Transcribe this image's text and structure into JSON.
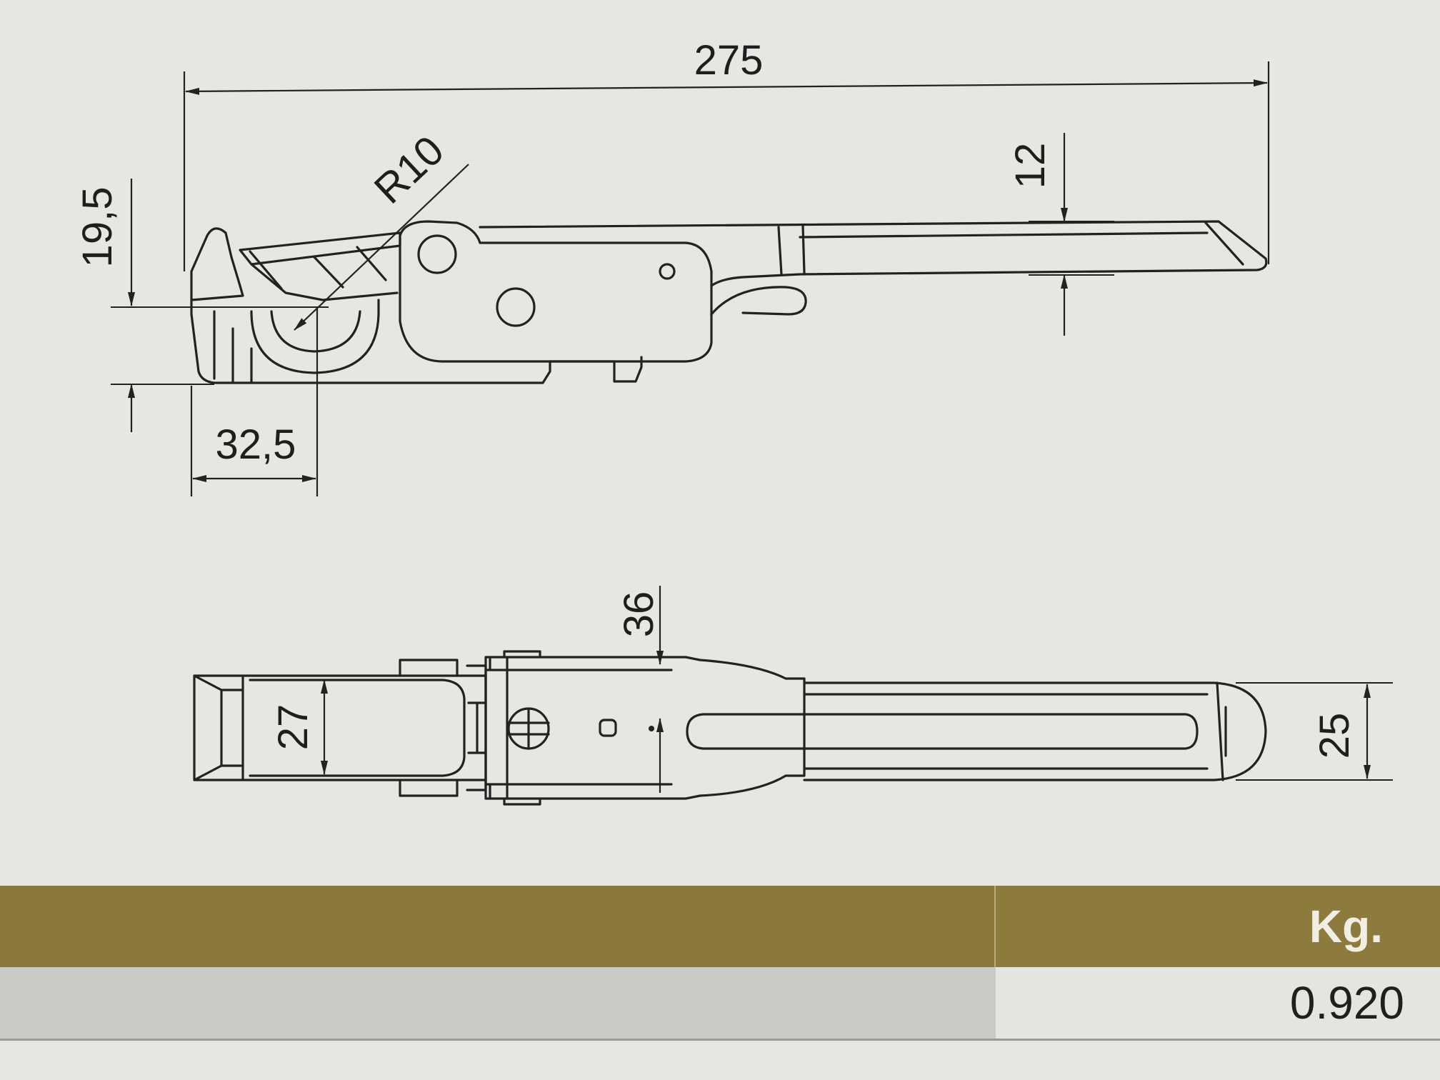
{
  "dimensions": {
    "overall_length": "275",
    "handle_thickness": "12",
    "hook_radius": "R10",
    "hook_height": "19,5",
    "hook_offset": "32,5",
    "body_width": "36",
    "hook_width": "27",
    "handle_width": "25"
  },
  "table": {
    "header_weight": "Kg.",
    "weight_value": "0.920"
  }
}
